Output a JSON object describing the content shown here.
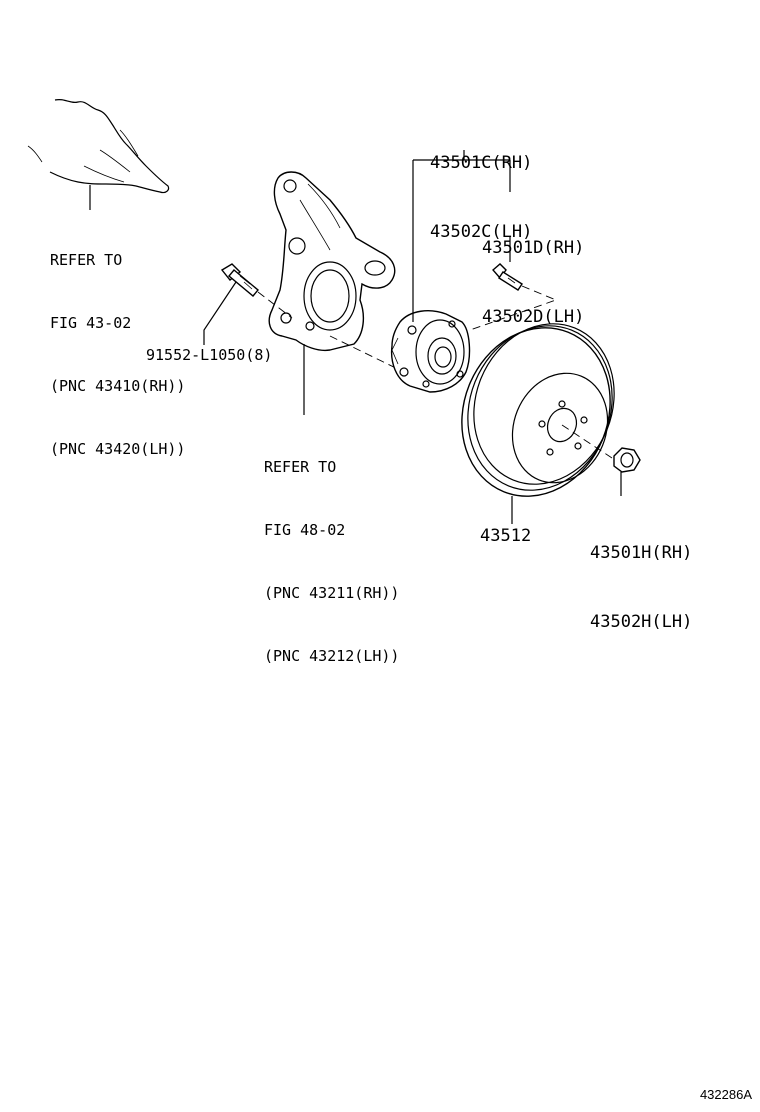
{
  "labels": {
    "knuckle_ref": [
      "REFER TO",
      "FIG 43-02",
      "(PNC 43410(RH))",
      "(PNC 43420(LH))"
    ],
    "hub_ref": [
      "REFER TO",
      "FIG 48-02",
      "(PNC 43211(RH))",
      "(PNC 43212(LH))"
    ],
    "bolt": "91552-L1050(8)",
    "hub_bearing": [
      "43501C(RH)",
      "43502C(LH)"
    ],
    "hub_bolt": [
      "43501D(RH)",
      "43502D(LH)"
    ],
    "disc": "43512",
    "nut": [
      "43501H(RH)",
      "43502H(LH)"
    ]
  },
  "figure_code": "432286A"
}
